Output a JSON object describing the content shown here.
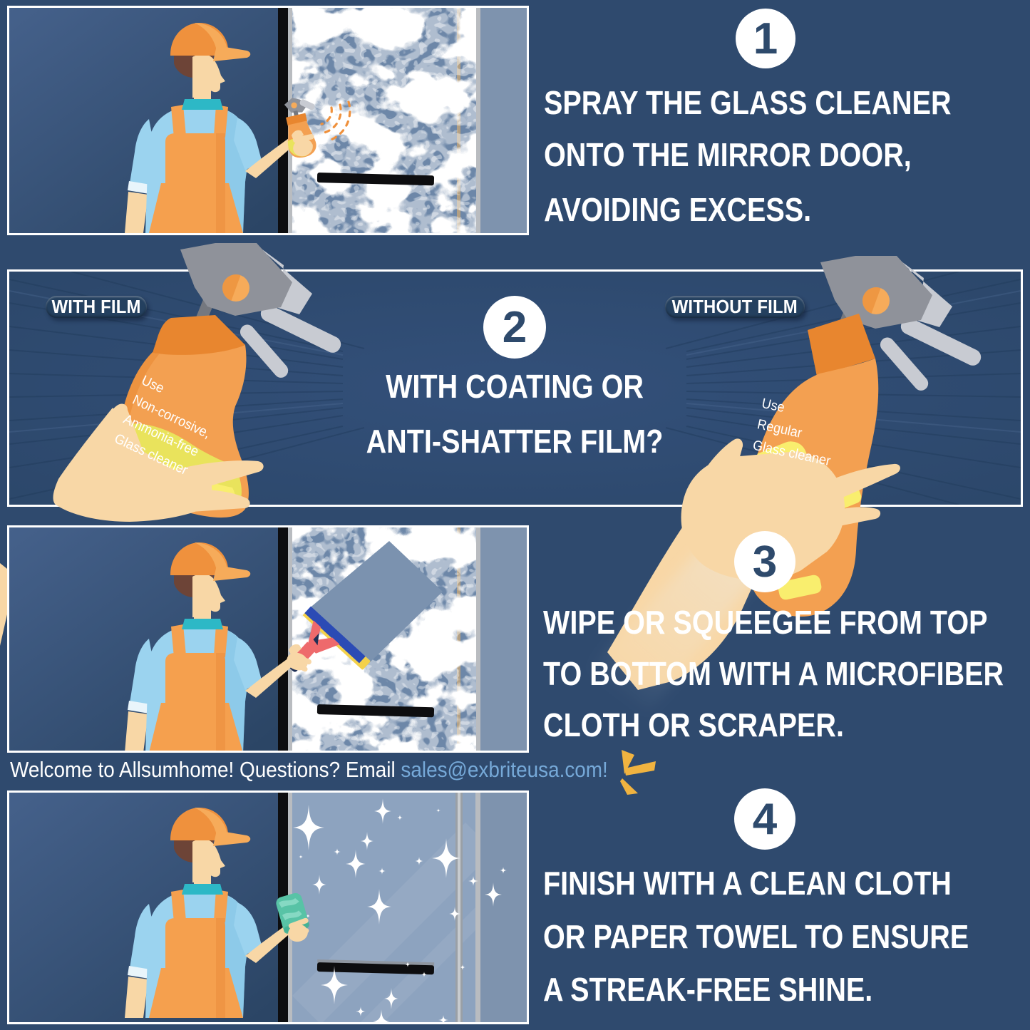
{
  "colors": {
    "page-bg": "#2f4a6e",
    "panel-grad-1": "#45618b",
    "panel-grad-2": "#2b4565",
    "band-grad-1": "#33507a",
    "band-grad-2": "#2b4668",
    "line-dark": "#203b5b",
    "white": "#ffffff",
    "navy-text": "#2e4a6c",
    "foam-base": "#6d87a8",
    "foam-white": "#f7fafc",
    "glass-blue": "#8da3bf",
    "glass-clean-patch": "#7b92af",
    "wall-blue": "#7e93ae",
    "frame-black": "#0d0d0f",
    "strip-gray": "#b9bcc0",
    "seam-tan": "#b3a084",
    "skin": "#f8d7a6",
    "shirt": "#9bd3ef",
    "shirt-dark": "#7fc2e4",
    "cuff": "#e9f5fb",
    "orange": "#f5a04e",
    "orange-dark": "#e9873a",
    "cap-orange": "#ef913d",
    "cap-light": "#f6ab5a",
    "hair": "#6d4437",
    "teal": "#2db8c6",
    "bottle-orange": "#f3a051",
    "bottle-dark": "#e8862f",
    "liquid": "#e9e35c",
    "liquid-bright": "#f9ee6e",
    "gray-dark": "#8f929a",
    "gray-light": "#c8cbd2",
    "stem-gray": "#75787f",
    "badge-bg": "#24405f",
    "link-blue": "#76a9d8",
    "gold": "#f0b340",
    "red": "#ee6a6c",
    "navy-tool": "#1e2f55",
    "tool-blue": "#2b4bb5",
    "tool-yellow": "#f3d14b",
    "sponge": "#58c3a6",
    "sponge-light": "#92decb",
    "sponge-dark": "#41af92"
  },
  "steps": [
    {
      "number": "1",
      "lines": [
        "SPRAY THE GLASS CLEANER",
        "ONTO THE MIRROR DOOR,",
        "AVOIDING EXCESS."
      ]
    },
    {
      "number": "2",
      "lines": [
        "WITH COATING OR",
        "ANTI-SHATTER FILM?"
      ]
    },
    {
      "number": "3",
      "lines": [
        "WIPE OR SQUEEGEE FROM TOP",
        "TO BOTTOM WITH A MICROFIBER",
        "CLOTH OR SCRAPER."
      ]
    },
    {
      "number": "4",
      "lines": [
        "FINISH WITH A CLEAN CLOTH",
        "OR PAPER TOWEL TO ENSURE",
        "A STREAK-FREE SHINE."
      ]
    }
  ],
  "band": {
    "left_badge": "WITH FILM",
    "right_badge": "WITHOUT FILM",
    "left_bottle_label": "Use\nNon-corrosive,\nAmmonia-free\nGlass cleaner",
    "right_bottle_label": "Use\nRegular\nGlass cleaner"
  },
  "footer": {
    "message": "Welcome to Allsumhome! Questions? Email ",
    "email": "sales@exbriteusa.com!"
  }
}
